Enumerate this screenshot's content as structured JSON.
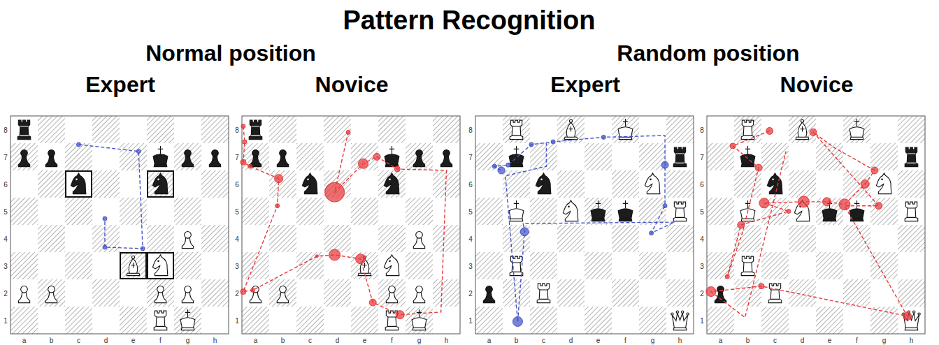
{
  "diagram": {
    "title": "Pattern Recognition",
    "labels": [
      "Normal position",
      "Random position",
      "Expert",
      "Novice",
      "Expert",
      "Novice",
      "8",
      "7",
      "6",
      "5",
      "4",
      "3",
      "2",
      "1",
      "a",
      "b",
      "c",
      "d",
      "e",
      "f",
      "g",
      "h",
      "8",
      "7",
      "6",
      "5",
      "4",
      "3",
      "2",
      "1",
      "a",
      "b",
      "c",
      "d",
      "e",
      "f",
      "g",
      "h",
      "8",
      "7",
      "6",
      "5",
      "4",
      "3",
      "2",
      "1",
      "a",
      "b",
      "c",
      "d",
      "e",
      "f",
      "g",
      "h",
      "8",
      "7",
      "6",
      "5",
      "4",
      "3",
      "2",
      "1",
      "a",
      "b",
      "c",
      "d",
      "e",
      "f",
      "g",
      "h"
    ]
  }
}
